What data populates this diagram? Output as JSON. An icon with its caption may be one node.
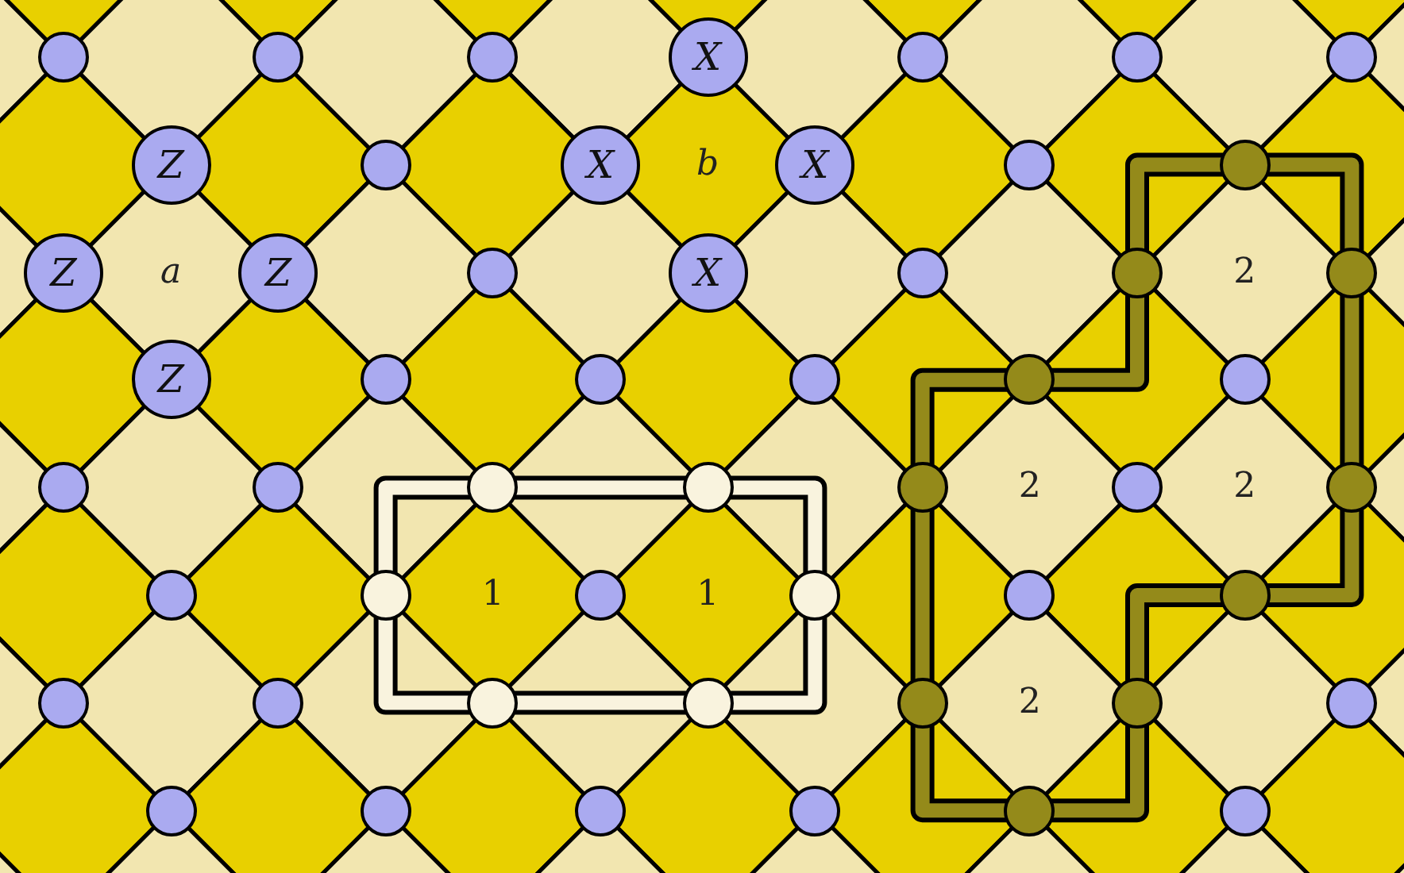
{
  "diagram": {
    "nodes": [
      {
        "text": [],
        "shape": "circle"
      },
      {
        "text": [],
        "shape": "circle"
      },
      {
        "text": [],
        "shape": "circle"
      },
      {
        "text": [
          "X"
        ]
      },
      {
        "text": [],
        "shape": "circle"
      },
      {
        "text": [],
        "shape": "circle"
      },
      {
        "text": [],
        "shape": "circle"
      },
      {
        "text": [
          "Z"
        ]
      },
      {
        "text": [],
        "shape": "circle"
      },
      {
        "text": [
          "X"
        ]
      },
      {
        "text": [
          "X"
        ]
      },
      {
        "text": [],
        "shape": "circle"
      },
      {
        "text": [],
        "shape": "circle"
      },
      {
        "text": [
          "Z"
        ]
      },
      {
        "text": [
          "Z"
        ]
      },
      {
        "text": [],
        "shape": "circle"
      },
      {
        "text": [
          "X"
        ]
      },
      {
        "text": [],
        "shape": "circle"
      },
      {
        "text": [],
        "shape": "circle"
      },
      {
        "text": [],
        "shape": "circle"
      },
      {
        "text": [
          "Z"
        ]
      },
      {
        "text": [],
        "shape": "circle"
      },
      {
        "text": [],
        "shape": "circle"
      },
      {
        "text": [],
        "shape": "circle"
      },
      {
        "text": [],
        "shape": "circle"
      },
      {
        "text": [],
        "shape": "circle"
      },
      {
        "text": [],
        "shape": "circle"
      },
      {
        "text": [],
        "shape": "circle"
      },
      {
        "text": [],
        "shape": "circle"
      },
      {
        "text": [],
        "shape": "circle"
      },
      {
        "text": [],
        "shape": "circle"
      },
      {
        "text": [],
        "shape": "circle"
      },
      {
        "text": [],
        "shape": "circle"
      },
      {
        "text": [],
        "shape": "circle"
      },
      {
        "text": [],
        "shape": "circle"
      },
      {
        "text": [],
        "shape": "circle"
      },
      {
        "text": [],
        "shape": "circle"
      },
      {
        "text": [],
        "shape": "circle"
      },
      {
        "text": [],
        "shape": "circle"
      },
      {
        "text": [],
        "shape": "circle"
      },
      {
        "text": [],
        "shape": "circle"
      },
      {
        "text": [],
        "shape": "circle"
      },
      {
        "text": [],
        "shape": "circle"
      },
      {
        "text": [],
        "shape": "circle"
      },
      {
        "text": [],
        "shape": "circle"
      },
      {
        "text": [],
        "shape": "circle"
      },
      {
        "text": [],
        "shape": "circle"
      },
      {
        "text": [],
        "shape": "circle"
      },
      {
        "text": [],
        "shape": "circle"
      },
      {
        "text": [],
        "shape": "circle"
      },
      {
        "text": [],
        "shape": "circle"
      },
      {
        "text": [],
        "shape": "circle"
      }
    ],
    "labels": [
      "b",
      "a",
      "2",
      "2",
      "2",
      "1",
      "1",
      "2"
    ]
  }
}
